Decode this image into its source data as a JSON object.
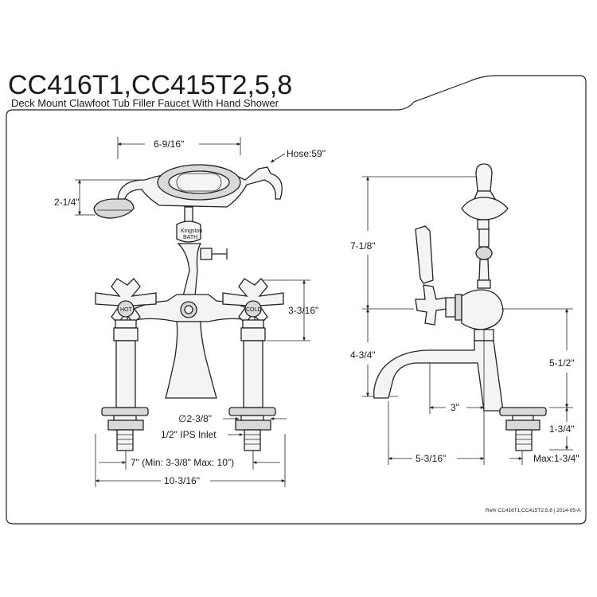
{
  "header": {
    "model_title": "CC416T1,CC415T2,5,8",
    "subtitle": "Deck Mount Clawfoot Tub Filler Faucet With Hand Shower"
  },
  "front_view": {
    "dim_top_width": "6-9/16\"",
    "dim_handshower_height": "2-1/4\"",
    "hose_label": "Hose:59\"",
    "dim_handle_height": "3-3/16\"",
    "dim_flange_diameter": "∅2-3/8\"",
    "inlet_label": "1/2\" IPS Inlet",
    "dim_center_spread": "7\" (Min: 3-3/8\" Max: 10\")",
    "dim_overall_width": "10-3/16\"",
    "hot_label": "HOT",
    "cold_label": "COLD",
    "brand_plate_line1": "Kingston",
    "brand_plate_line2": "BATH"
  },
  "side_view": {
    "dim_upper_height": "7-1/8\"",
    "dim_lower_height": "4-3/4\"",
    "dim_spout_height": "5-1/2\"",
    "dim_spout_offset": "3\"",
    "dim_deck_height": "1-3/4\"",
    "dim_spout_reach": "5-3/16\"",
    "dim_max_deck": "Max:1-3/4\""
  },
  "footer": {
    "reference": "Ref# CC416T1,CC415T2,5,8 | 2014-05-A"
  }
}
